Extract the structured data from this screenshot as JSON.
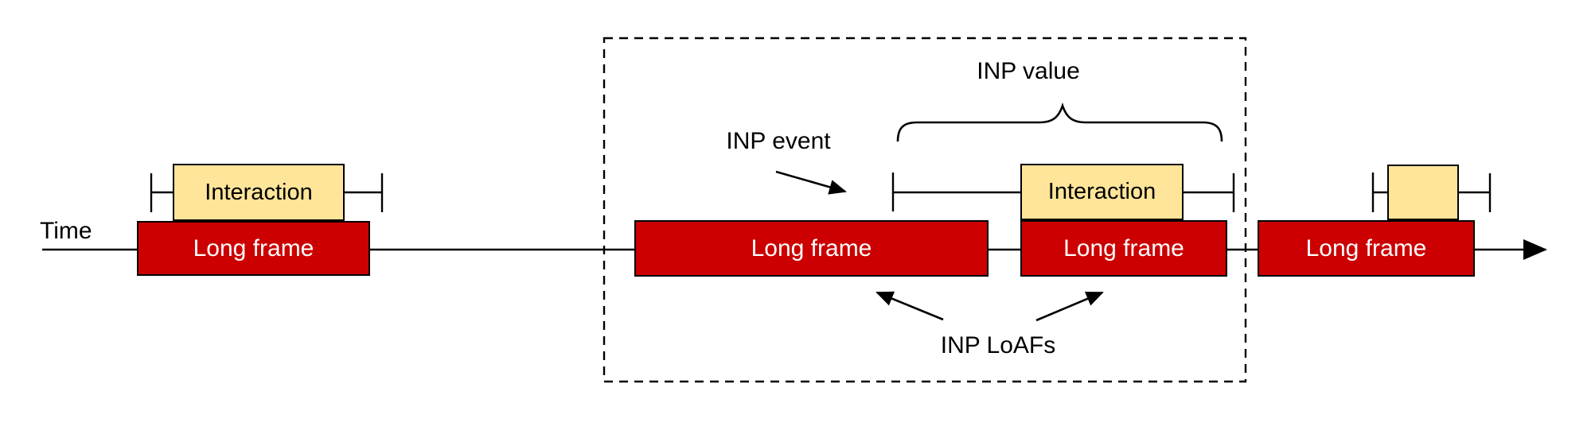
{
  "colors": {
    "long_frame_fill": "#cc0000",
    "long_frame_text": "#ffffff",
    "interaction_fill": "#ffe599",
    "outline": "#000000"
  },
  "timeline": {
    "label": "Time"
  },
  "long_frames": [
    {
      "label": "Long frame"
    },
    {
      "label": "Long frame"
    },
    {
      "label": "Long frame"
    },
    {
      "label": "Long frame"
    }
  ],
  "interactions": [
    {
      "label": "Interaction"
    },
    {
      "label": "Interaction"
    },
    {
      "label": ""
    }
  ],
  "annotations": {
    "inp_event": "INP event",
    "inp_value": "INP value",
    "inp_loafs": "INP LoAFs"
  }
}
